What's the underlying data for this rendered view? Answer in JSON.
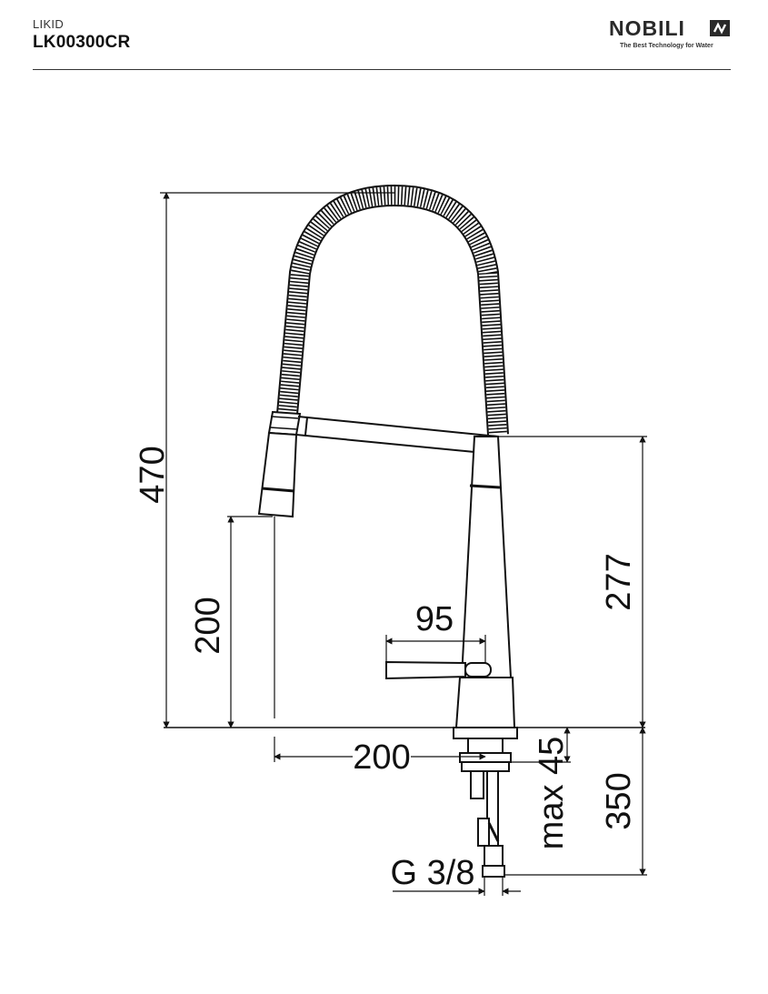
{
  "header": {
    "series_name": "LIKID",
    "product_code": "LK00300CR",
    "brand_name": "NOBILI",
    "brand_tagline": "The Best Technology for Water",
    "brand_mark_icon": "nobili-mark-icon"
  },
  "dimensions": {
    "total_height": "470",
    "spout_clearance": "200",
    "spout_reach": "200",
    "body_height": "277",
    "lever_length": "95",
    "max_deck_thickness": "max 45",
    "hose_length": "350",
    "connection_thread": "G 3/8"
  },
  "colors": {
    "line": "#111111",
    "brand": "#2a2a2a"
  }
}
